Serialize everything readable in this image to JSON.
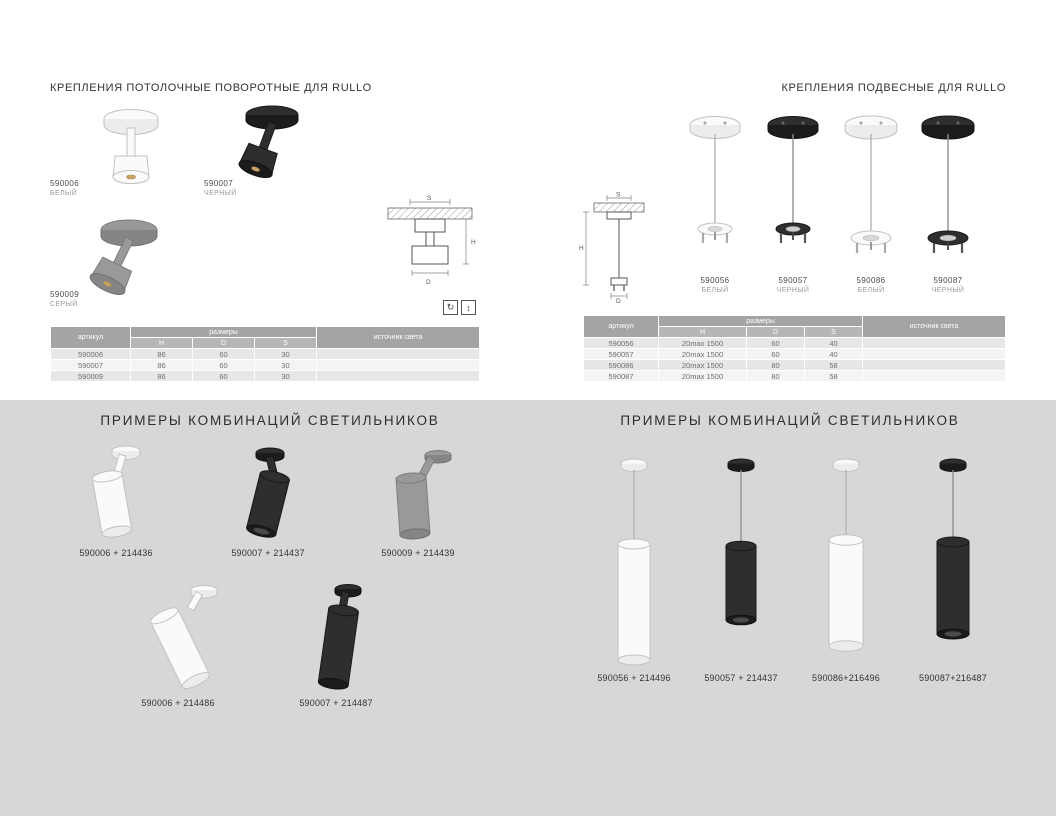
{
  "colors": {
    "page_bg": "#ffffff",
    "examples_bg": "#d7d7d7",
    "title_color": "#333333",
    "table_header_bg": "#a4a4a4",
    "table_subheader_bg": "#b6b6b6",
    "table_row_odd": "#e7e7e7",
    "table_row_even": "#f4f4f4",
    "table_text": "#6f6f6f",
    "product_white": "#fafafa",
    "product_black": "#2e2e2e",
    "product_grey": "#999999"
  },
  "sections": {
    "ceiling_mounts": {
      "title": "КРЕПЛЕНИЯ ПОТОЛОЧНЫЕ ПОВОРОТНЫЕ ДЛЯ RULLO",
      "products": [
        {
          "article": "590006",
          "color_name": "БЕЛЫЙ"
        },
        {
          "article": "590007",
          "color_name": "ЧЕРНЫЙ"
        },
        {
          "article": "590009",
          "color_name": "СЕРЫЙ"
        }
      ],
      "table": {
        "header": {
          "article": "артикул",
          "sizes": "размеры",
          "source": "источник света",
          "h": "H",
          "d": "D",
          "s": "S"
        },
        "rows": [
          {
            "article": "590006",
            "h": "86",
            "d": "60",
            "s": "30",
            "source": ""
          },
          {
            "article": "590007",
            "h": "86",
            "d": "60",
            "s": "30",
            "source": ""
          },
          {
            "article": "590009",
            "h": "86",
            "d": "60",
            "s": "30",
            "source": ""
          }
        ]
      }
    },
    "pendant_mounts": {
      "title": "КРЕПЛЕНИЯ ПОДВЕСНЫЕ ДЛЯ RULLO",
      "products": [
        {
          "article": "590056",
          "color_name": "БЕЛЫЙ"
        },
        {
          "article": "590057",
          "color_name": "ЧЕРНЫЙ"
        },
        {
          "article": "590086",
          "color_name": "БЕЛЫЙ"
        },
        {
          "article": "590087",
          "color_name": "ЧЕРНЫЙ"
        }
      ],
      "table": {
        "header": {
          "article": "артикул",
          "sizes": "размеры",
          "source": "источник света",
          "h": "H",
          "d": "D",
          "s": "S"
        },
        "rows": [
          {
            "article": "590056",
            "h": "20max 1500",
            "d": "60",
            "s": "40",
            "source": ""
          },
          {
            "article": "590057",
            "h": "20max 1500",
            "d": "60",
            "s": "40",
            "source": ""
          },
          {
            "article": "590086",
            "h": "20max 1500",
            "d": "80",
            "s": "58",
            "source": ""
          },
          {
            "article": "590087",
            "h": "20max 1500",
            "d": "80",
            "s": "58",
            "source": ""
          }
        ]
      }
    },
    "combo_examples_left": {
      "title": "ПРИМЕРЫ КОМБИНАЦИЙ СВЕТИЛЬНИКОВ",
      "items": [
        {
          "label": "590006 + 214436"
        },
        {
          "label": "590007 + 214437"
        },
        {
          "label": "590009 + 214439"
        },
        {
          "label": "590006 + 214486"
        },
        {
          "label": "590007 + 214487"
        }
      ]
    },
    "combo_examples_right": {
      "title": "ПРИМЕРЫ КОМБИНАЦИЙ СВЕТИЛЬНИКОВ",
      "items": [
        {
          "label": "590056 + 214496"
        },
        {
          "label": "590057 + 214437"
        },
        {
          "label": "590086+216496"
        },
        {
          "label": "590087+216487"
        }
      ]
    }
  },
  "drawings": {
    "ceiling": {
      "dim_top": "S",
      "dim_right": "H",
      "dim_bottom": "D"
    },
    "pendant": {
      "dim_top": "S",
      "dim_left": "H",
      "dim_bottom": "D"
    },
    "feature_icons": [
      {
        "glyph": "↻"
      },
      {
        "glyph": "↕"
      }
    ]
  }
}
